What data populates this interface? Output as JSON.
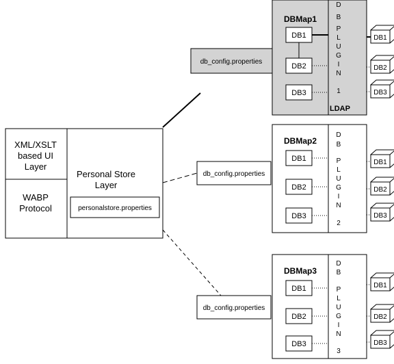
{
  "left_block": {
    "ui_layer_lines": [
      "XML/XSLT",
      "based UI",
      "Layer"
    ],
    "protocol_lines": [
      "WABP",
      "Protocol"
    ],
    "store_lines": [
      "Personal Store",
      "Layer"
    ],
    "store_properties": "personalstore.properties"
  },
  "config_label": "db_config.properties",
  "maps": [
    {
      "title": "DBMap1",
      "shaded": true,
      "plugin_letters": [
        "D",
        "B",
        "P",
        "L",
        "U",
        "G",
        "I",
        "N",
        "1"
      ],
      "plugin_footer": "LDAP",
      "dbs": [
        "DB1",
        "DB2",
        "DB3"
      ],
      "cubes": [
        "DB1",
        "DB2",
        "DB3"
      ]
    },
    {
      "title": "DBMap2",
      "shaded": false,
      "plugin_letters": [
        "D",
        "B",
        "P",
        "L",
        "U",
        "G",
        "I",
        "N",
        "2"
      ],
      "plugin_footer": "",
      "dbs": [
        "DB1",
        "DB2",
        "DB3"
      ],
      "cubes": [
        "DB1",
        "DB2",
        "DB3"
      ]
    },
    {
      "title": "DBMap3",
      "shaded": false,
      "plugin_letters": [
        "D",
        "B",
        "P",
        "L",
        "U",
        "G",
        "I",
        "N",
        "3"
      ],
      "plugin_footer": "",
      "dbs": [
        "DB1",
        "DB2",
        "DB3"
      ],
      "cubes": [
        "DB1",
        "DB2",
        "DB3"
      ]
    }
  ],
  "colors": {
    "line": "#000000",
    "shade": "#d3d3d3",
    "box": "#ffffff"
  }
}
